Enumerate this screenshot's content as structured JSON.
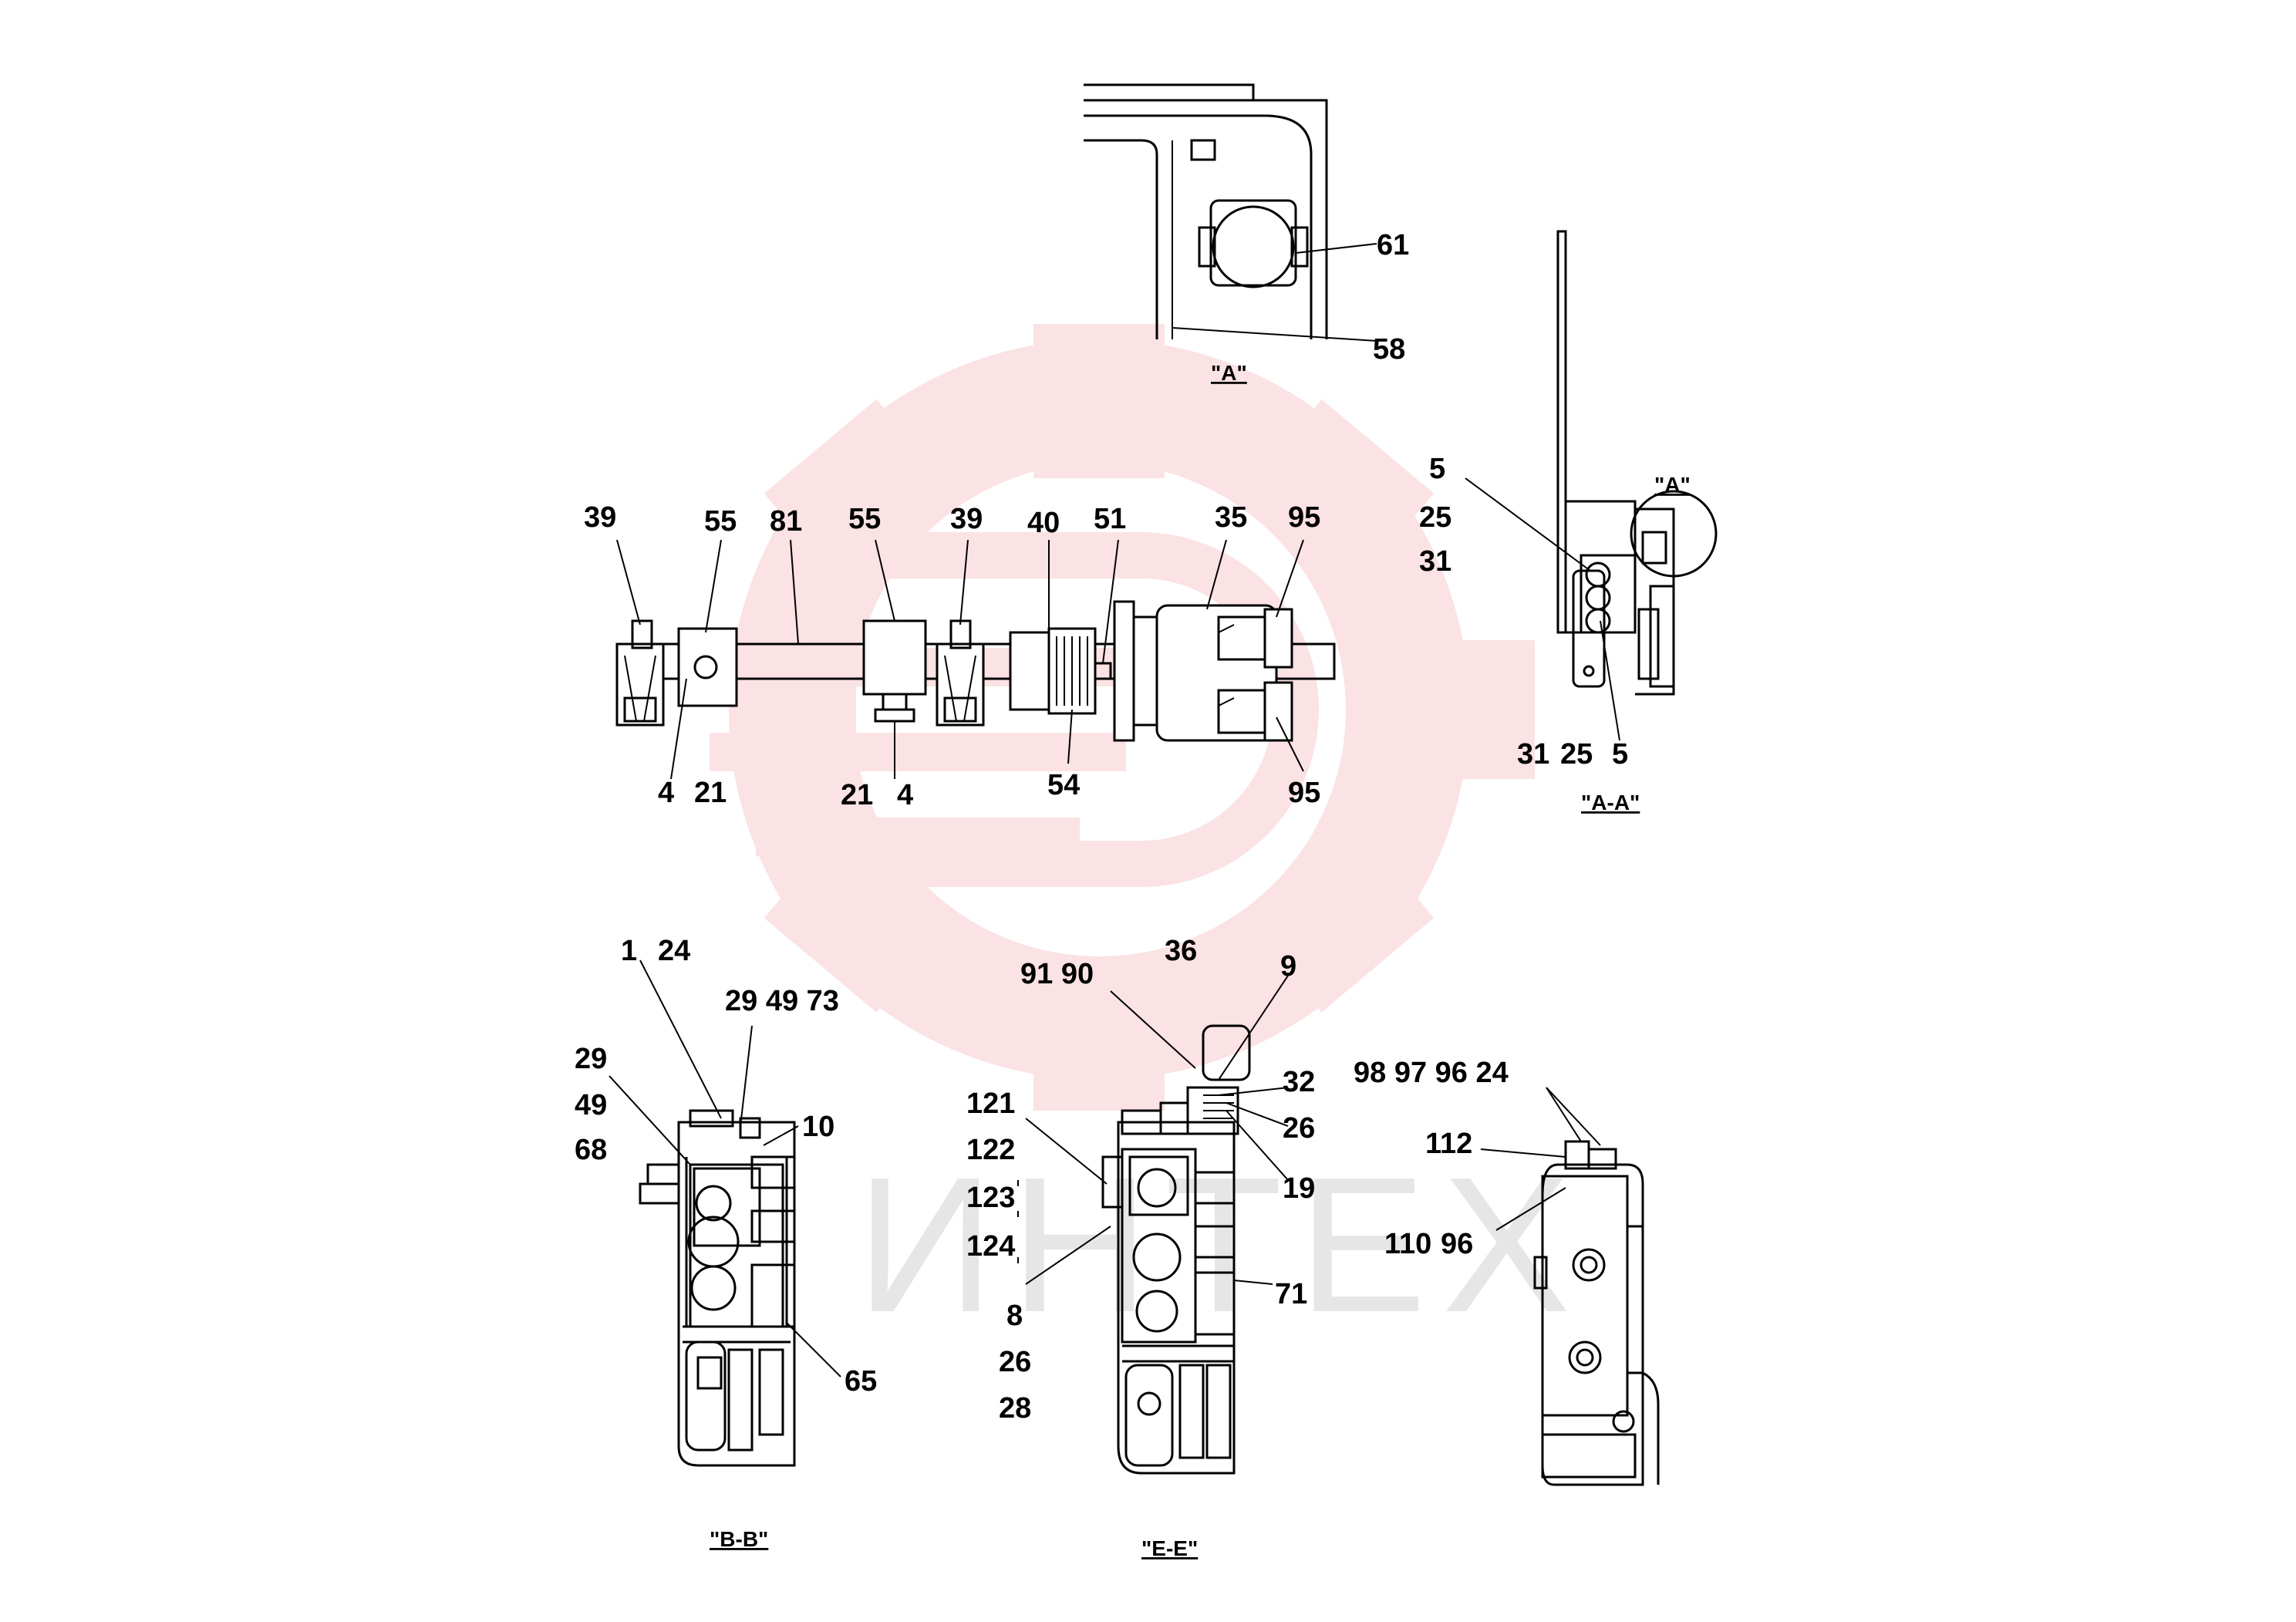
{
  "watermark": {
    "brand_text": "ИНТЕХ",
    "gear_color": "#fbe2e4",
    "text_color": "#e6e6e6"
  },
  "views": {
    "a": "\"A\"",
    "aa": "\"A-A\"",
    "aa_callout": "\"A\"",
    "bb": "\"B-B\"",
    "ee": "\"E-E\""
  },
  "callouts": [
    "61",
    "58",
    "39",
    "55",
    "81",
    "55",
    "39",
    "40",
    "51",
    "35",
    "95",
    "4",
    "21",
    "21",
    "4",
    "54",
    "95",
    "5",
    "25",
    "31",
    "31",
    "25",
    "5",
    "1",
    "24",
    "29 49 73",
    "29",
    "49",
    "68",
    "10",
    "65",
    "91 90",
    "36",
    "9",
    "32",
    "26",
    "19",
    "121",
    "122",
    "123",
    "124",
    "71",
    "8",
    "26",
    "28",
    "98 97 96 24",
    "112",
    "110",
    "96"
  ]
}
